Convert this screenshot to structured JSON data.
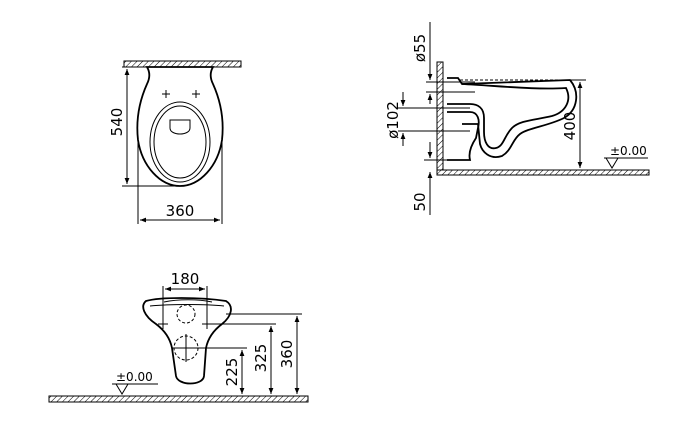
{
  "top_view": {
    "width_dim": "360",
    "depth_dim": "540"
  },
  "side_view": {
    "inlet_dim": "ø55",
    "outlet_dim": "ø102",
    "floor_offset_dim": "50",
    "rim_height_dim": "400",
    "floor_level": "±0.00"
  },
  "front_view": {
    "bolt_spacing_dim": "180",
    "outlet_height_dim": "225",
    "bolt_height_dim": "325",
    "rim_height_dim": "360",
    "floor_level": "±0.00"
  }
}
